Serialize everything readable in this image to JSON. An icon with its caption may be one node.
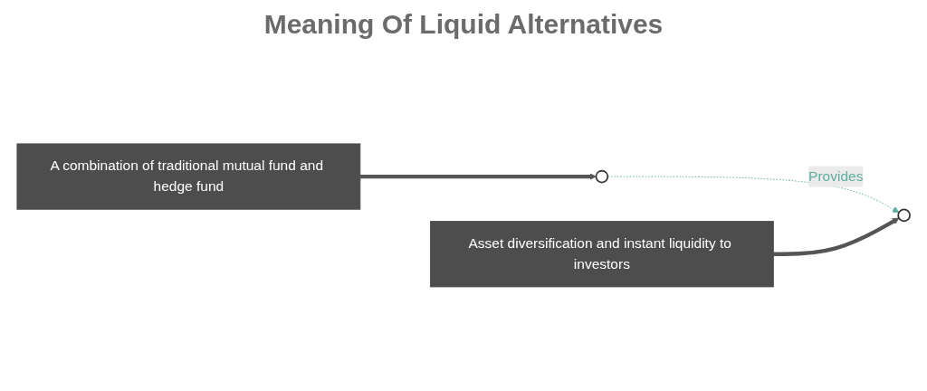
{
  "diagram": {
    "title": "Meaning Of Liquid Alternatives",
    "nodes": [
      {
        "text": [],
        "shape": "circle"
      },
      {
        "text": [],
        "shape": "circle"
      },
      {
        "text": [
          "Asset diversification and instant liquidity to investors"
        ]
      },
      {
        "text": [
          "A combination of traditional mutual fund and hedge fund"
        ]
      }
    ],
    "edges": [
      {
        "from": 0,
        "to": 1,
        "arrow": "to",
        "label": "Provides",
        "style": "dashed",
        "color": "#5fad9f"
      },
      {
        "from": 2,
        "to": 1,
        "arrow": "to"
      },
      {
        "from": 3,
        "to": 0,
        "arrow": "to"
      }
    ]
  }
}
